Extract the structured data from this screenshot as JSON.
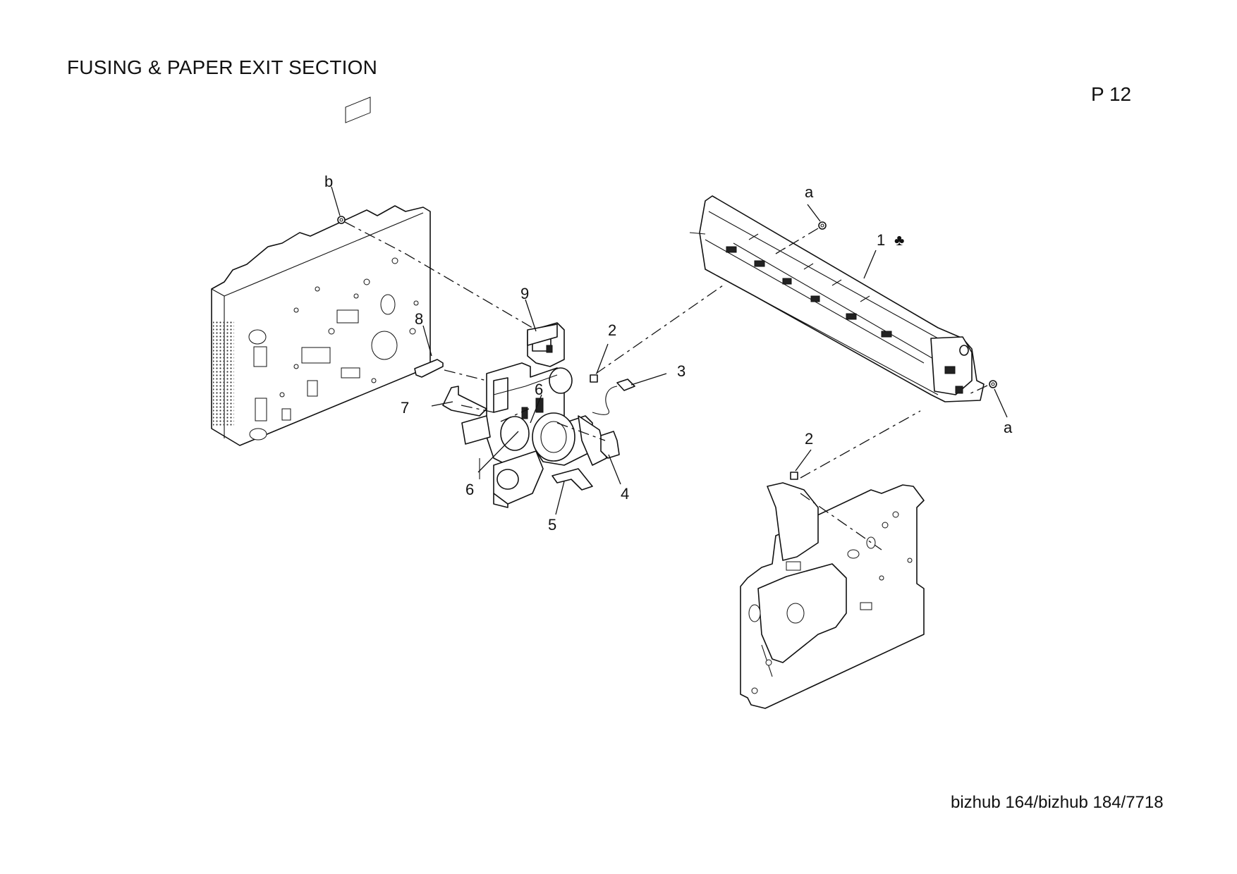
{
  "page": {
    "title": "FUSING & PAPER EXIT SECTION",
    "page_number": "P 12",
    "model": "bizhub 164/bizhub 184/7718"
  },
  "callouts": [
    {
      "id": "b",
      "text": "b"
    },
    {
      "id": "a-top",
      "text": "a"
    },
    {
      "id": "1",
      "text": "1"
    },
    {
      "id": "club",
      "text": "♣"
    },
    {
      "id": "9",
      "text": "9"
    },
    {
      "id": "8",
      "text": "8"
    },
    {
      "id": "2-top",
      "text": "2"
    },
    {
      "id": "3",
      "text": "3"
    },
    {
      "id": "6-top",
      "text": "6"
    },
    {
      "id": "7",
      "text": "7"
    },
    {
      "id": "4",
      "text": "4"
    },
    {
      "id": "6-bottom",
      "text": "6"
    },
    {
      "id": "5",
      "text": "5"
    },
    {
      "id": "2-bottom",
      "text": "2"
    },
    {
      "id": "a-right",
      "text": "a"
    }
  ]
}
